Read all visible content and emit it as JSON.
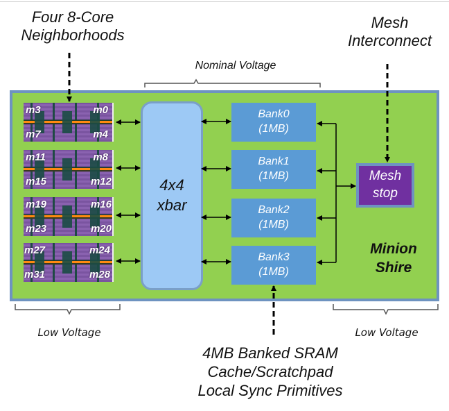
{
  "annotations": {
    "neighborhoods": "Four 8-Core Neighborhoods",
    "neighborhoods_lines": [
      "Four 8-Core",
      "Neighborhoods"
    ],
    "mesh_interconnect_lines": [
      "Mesh",
      "Interconnect"
    ],
    "nominal_voltage": "Nominal Voltage",
    "low_voltage_left": "Low Voltage",
    "low_voltage_right": "Low Voltage",
    "sram_lines": [
      "4MB Banked SRAM",
      "Cache/Scratchpad",
      "Local Sync Primitives"
    ]
  },
  "neighborhoods": [
    {
      "cores": {
        "top_left": "m3",
        "top_right": "m0",
        "bottom_left": "m7",
        "bottom_right": "m4"
      }
    },
    {
      "cores": {
        "top_left": "m11",
        "top_right": "m8",
        "bottom_left": "m15",
        "bottom_right": "m12"
      }
    },
    {
      "cores": {
        "top_left": "m19",
        "top_right": "m16",
        "bottom_left": "m23",
        "bottom_right": "m20"
      }
    },
    {
      "cores": {
        "top_left": "m27",
        "top_right": "m24",
        "bottom_left": "m31",
        "bottom_right": "m28"
      }
    }
  ],
  "xbar": {
    "line1": "4x4",
    "line2": "xbar"
  },
  "banks": [
    {
      "name": "Bank0",
      "size": "(1MB)"
    },
    {
      "name": "Bank1",
      "size": "(1MB)"
    },
    {
      "name": "Bank2",
      "size": "(1MB)"
    },
    {
      "name": "Bank3",
      "size": "(1MB)"
    }
  ],
  "mesh_stop": {
    "line1": "Mesh",
    "line2": "stop"
  },
  "shire": {
    "line1": "Minion",
    "line2": "Shire"
  },
  "colors": {
    "shire_fill": "#92d050",
    "shire_border": "#6e93c0",
    "xbar_fill": "#9dc9f5",
    "bank_fill": "#5b9bd5",
    "mesh_stop_fill": "#7030a0",
    "core_tile": "#8a62b0"
  }
}
